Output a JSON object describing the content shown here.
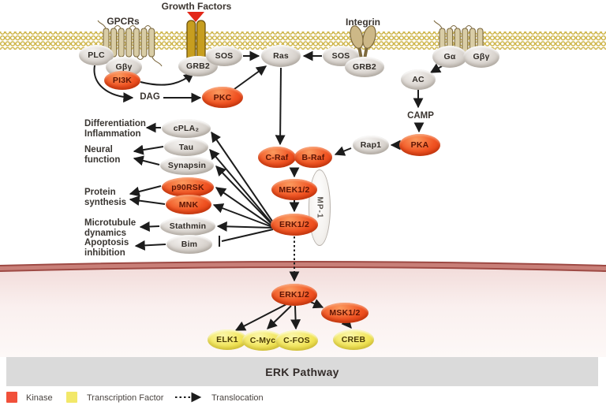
{
  "footer": {
    "title": "ERK Pathway"
  },
  "labels": {
    "gpcrs": "GPCRs",
    "growth_factors": "Growth Factors",
    "integrin": "Integrin",
    "dag": "DAG",
    "camp": "CAMP"
  },
  "nodes": {
    "plc": {
      "label": "PLC",
      "role": "protein"
    },
    "gbg_left": {
      "label": "Gβγ",
      "role": "protein"
    },
    "pi3k": {
      "label": "PI3K",
      "role": "kinase"
    },
    "grb2_left": {
      "label": "GRB2",
      "role": "protein"
    },
    "sos_left": {
      "label": "SOS",
      "role": "protein"
    },
    "ras": {
      "label": "Ras",
      "role": "protein"
    },
    "sos_right": {
      "label": "SOS",
      "role": "protein"
    },
    "grb2_right": {
      "label": "GRB2",
      "role": "protein"
    },
    "galpha": {
      "label": "Gα",
      "role": "protein"
    },
    "gbg_right": {
      "label": "Gβγ",
      "role": "protein"
    },
    "ac": {
      "label": "AC",
      "role": "protein"
    },
    "pka": {
      "label": "PKA",
      "role": "kinase"
    },
    "rap1": {
      "label": "Rap1",
      "role": "protein"
    },
    "pkc": {
      "label": "PKC",
      "role": "kinase"
    },
    "craf": {
      "label": "C-Raf",
      "role": "kinase"
    },
    "braf": {
      "label": "B-Raf",
      "role": "kinase"
    },
    "mek12": {
      "label": "MEK1/2",
      "role": "kinase"
    },
    "erk12": {
      "label": "ERK1/2",
      "role": "kinase"
    },
    "mp1": {
      "label": "MP-1",
      "role": "scaffold"
    },
    "cpla2": {
      "label": "cPLA₂",
      "role": "protein"
    },
    "tau": {
      "label": "Tau",
      "role": "protein"
    },
    "synapsin": {
      "label": "Synapsin",
      "role": "protein"
    },
    "p90rsk": {
      "label": "p90RSK",
      "role": "kinase"
    },
    "mnk": {
      "label": "MNK",
      "role": "kinase"
    },
    "stathmin": {
      "label": "Stathmin",
      "role": "protein"
    },
    "bim": {
      "label": "Bim",
      "role": "protein"
    },
    "erk12_nuc": {
      "label": "ERK1/2",
      "role": "kinase"
    },
    "msk12": {
      "label": "MSK1/2",
      "role": "kinase"
    },
    "elk1": {
      "label": "ELK1",
      "role": "transcription-factor"
    },
    "cmyc": {
      "label": "C-Myc",
      "role": "transcription-factor"
    },
    "cfos": {
      "label": "C-FOS",
      "role": "transcription-factor"
    },
    "creb": {
      "label": "CREB",
      "role": "transcription-factor"
    }
  },
  "functions": {
    "differentiation": "Differentiation\nInflammation",
    "neural": "Neural\nfunction",
    "protein": "Protein\nsynthesis",
    "microtubule": "Microtubule\ndynamics",
    "apoptosis": "Apoptosis\ninhibition"
  },
  "legend": {
    "kinase": "Kinase",
    "transcription_factor": "Transcription Factor",
    "translocation": "Translocation"
  },
  "colors": {
    "kinase": "#f1503a",
    "transcription_factor": "#f2e869",
    "membrane": "#c9ad36",
    "nuclear_membrane": "#9e4a44",
    "arrow": "#1c1c1c"
  },
  "edges": [
    {
      "from": "PLC",
      "to": "DAG",
      "type": "activation"
    },
    {
      "from": "DAG",
      "to": "PKC",
      "type": "activation"
    },
    {
      "from": "PKC",
      "to": "Ras",
      "type": "activation"
    },
    {
      "from": "PI3K",
      "to": "GRB2/SOS",
      "type": "activation"
    },
    {
      "from": "SOS (GPCR)",
      "to": "Ras",
      "type": "activation"
    },
    {
      "from": "SOS (Integrin)",
      "to": "Ras",
      "type": "activation"
    },
    {
      "from": "Gα",
      "to": "AC",
      "type": "activation"
    },
    {
      "from": "AC",
      "to": "CAMP",
      "type": "activation"
    },
    {
      "from": "CAMP",
      "to": "PKA",
      "type": "activation"
    },
    {
      "from": "PKA",
      "to": "Rap1",
      "type": "activation"
    },
    {
      "from": "Rap1",
      "to": "B-Raf",
      "type": "activation"
    },
    {
      "from": "Ras",
      "to": "C-Raf",
      "type": "activation"
    },
    {
      "from": "C-Raf/B-Raf",
      "to": "MEK1/2",
      "type": "activation"
    },
    {
      "from": "MEK1/2",
      "to": "ERK1/2",
      "type": "activation"
    },
    {
      "from": "ERK1/2",
      "to": "cPLA₂",
      "type": "activation"
    },
    {
      "from": "ERK1/2",
      "to": "Tau",
      "type": "activation"
    },
    {
      "from": "ERK1/2",
      "to": "Synapsin",
      "type": "activation"
    },
    {
      "from": "ERK1/2",
      "to": "p90RSK",
      "type": "activation"
    },
    {
      "from": "ERK1/2",
      "to": "MNK",
      "type": "activation"
    },
    {
      "from": "ERK1/2",
      "to": "Stathmin",
      "type": "activation"
    },
    {
      "from": "ERK1/2",
      "to": "Bim",
      "type": "inhibition"
    },
    {
      "from": "ERK1/2",
      "to": "ERK1/2 (nucleus)",
      "type": "translocation"
    },
    {
      "from": "ERK1/2 (nucleus)",
      "to": "ELK1",
      "type": "activation"
    },
    {
      "from": "ERK1/2 (nucleus)",
      "to": "C-Myc",
      "type": "activation"
    },
    {
      "from": "ERK1/2 (nucleus)",
      "to": "C-FOS",
      "type": "activation"
    },
    {
      "from": "ERK1/2 (nucleus)",
      "to": "MSK1/2",
      "type": "activation"
    },
    {
      "from": "MSK1/2",
      "to": "CREB",
      "type": "activation"
    },
    {
      "from": "cPLA₂",
      "to": "Differentiation Inflammation",
      "type": "activation"
    },
    {
      "from": "Tau",
      "to": "Neural function",
      "type": "activation"
    },
    {
      "from": "Synapsin",
      "to": "Neural function",
      "type": "activation"
    },
    {
      "from": "p90RSK",
      "to": "Protein synthesis",
      "type": "activation"
    },
    {
      "from": "MNK",
      "to": "Protein synthesis",
      "type": "activation"
    },
    {
      "from": "Stathmin",
      "to": "Microtubule dynamics",
      "type": "activation"
    },
    {
      "from": "Bim",
      "to": "Apoptosis inhibition",
      "type": "activation"
    }
  ]
}
